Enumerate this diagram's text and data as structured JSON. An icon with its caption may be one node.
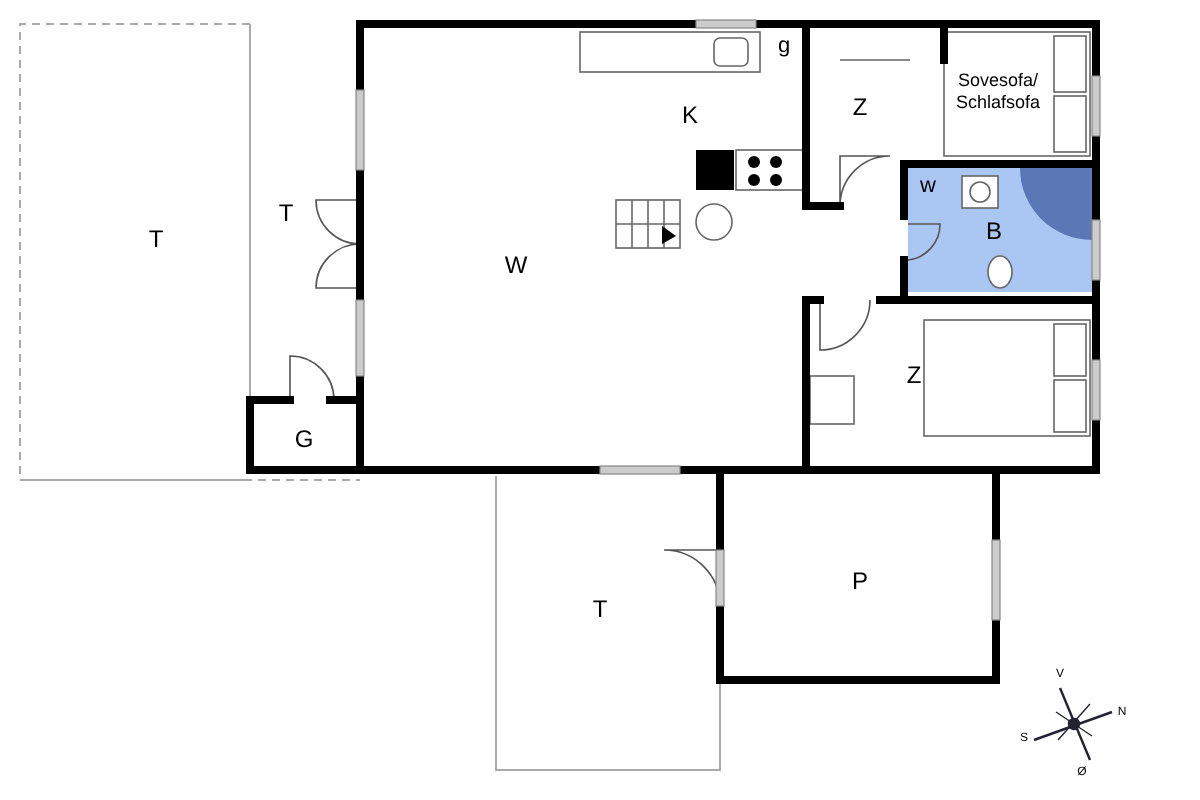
{
  "diagram": {
    "labels": [
      "g",
      "Sovesofa/ Schlafsofa",
      "Z",
      "K",
      "w",
      "T",
      "T",
      "B",
      "W",
      "Z",
      "G",
      "P",
      "T",
      "V",
      "N",
      "S",
      "Ø"
    ]
  }
}
